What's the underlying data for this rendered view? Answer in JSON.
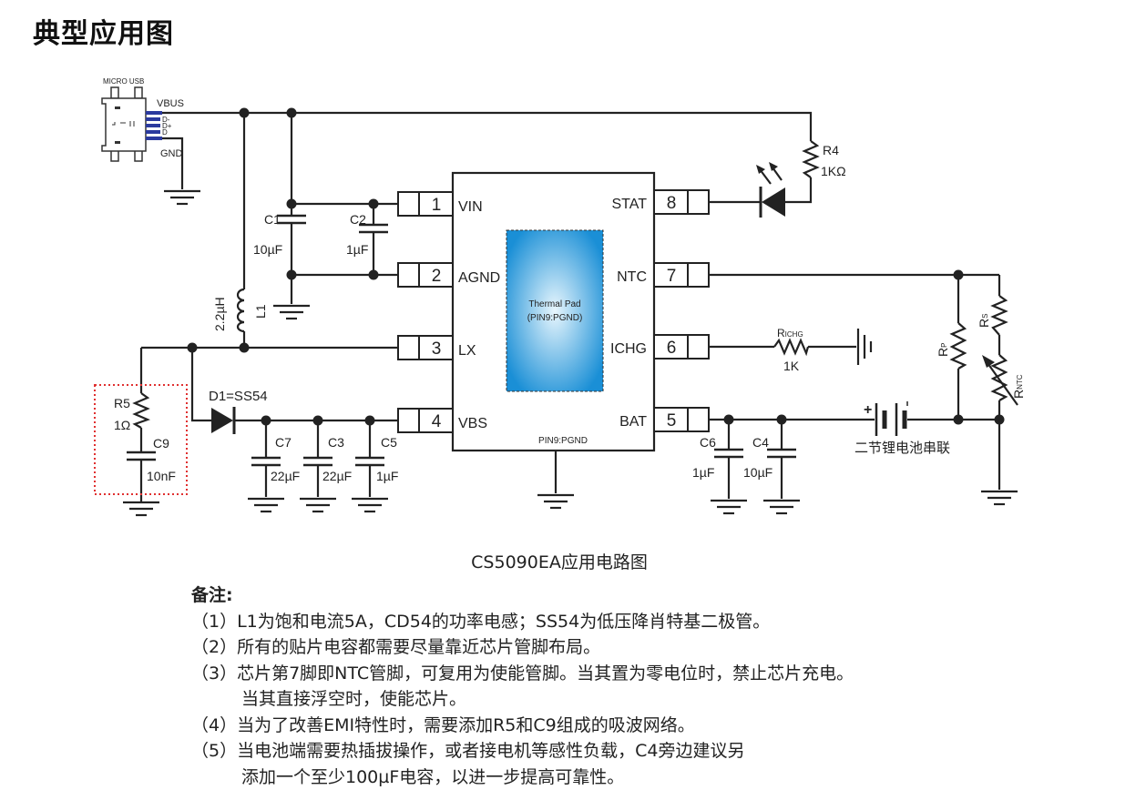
{
  "title": "典型应用图",
  "usb": {
    "label": "MICRO USB",
    "vbus": "VBUS",
    "dm": "D-",
    "dp": "D+",
    "d": "D",
    "gnd": "GND"
  },
  "chip": {
    "left_pins": [
      {
        "num": "1",
        "name": "VIN"
      },
      {
        "num": "2",
        "name": "AGND"
      },
      {
        "num": "3",
        "name": "LX"
      },
      {
        "num": "4",
        "name": "VBS"
      }
    ],
    "right_pins": [
      {
        "num": "8",
        "name": "STAT"
      },
      {
        "num": "7",
        "name": "NTC"
      },
      {
        "num": "6",
        "name": "ICHG"
      },
      {
        "num": "5",
        "name": "BAT"
      }
    ],
    "pad_line1": "Thermal Pad",
    "pad_line2": "(PIN9:PGND)",
    "pad_color": "#29a3e0",
    "pin9": "PIN9:PGND"
  },
  "components": {
    "r4": "R4",
    "r4_val": "1KΩ",
    "c1": "C1",
    "c1_val": "10µF",
    "c2": "C2",
    "c2_val": "1µF",
    "l1": "L1",
    "l1_val": "2.2µH",
    "r5": "R5",
    "r5_val": "1Ω",
    "c9": "C9",
    "c9_val": "10nF",
    "d1": "D1=SS54",
    "c7": "C7",
    "c7_val": "22µF",
    "c3": "C3",
    "c3_val": "22µF",
    "c5": "C5",
    "c5_val": "1µF",
    "richg": "R",
    "richg_sub": "ICHG",
    "richg_val": "1K",
    "c6": "C6",
    "c6_val": "1µF",
    "c4": "C4",
    "c4_val": "10µF",
    "battery": "二节锂电池串联",
    "battery_plus": "+",
    "rp": "R",
    "rp_sub": "P",
    "rs": "R",
    "rs_sub": "S",
    "rntc": "R",
    "rntc_sub": "NTC"
  },
  "caption": "CS5090EA应用电路图",
  "notes": {
    "heading": "备注:",
    "lines": [
      "（1）L1为饱和电流5A，CD54的功率电感；SS54为低压降肖特基二极管。",
      "（2）所有的贴片电容都需要尽量靠近芯片管脚布局。",
      "（3）芯片第7脚即NTC管脚，可复用为使能管脚。当其置为零电位时，禁止芯片充电。",
      "当其直接浮空时，使能芯片。",
      "（4）当为了改善EMI特性时，需要添加R5和C9组成的吸波网络。",
      "（5）当电池端需要热插拔操作，或者接电机等感性负载，C4旁边建议另",
      "添加一个至少100µF电容，以进一步提高可靠性。"
    ]
  },
  "colors": {
    "snubber_box": "#e03030",
    "usb_pins": "#2b3a9e"
  }
}
